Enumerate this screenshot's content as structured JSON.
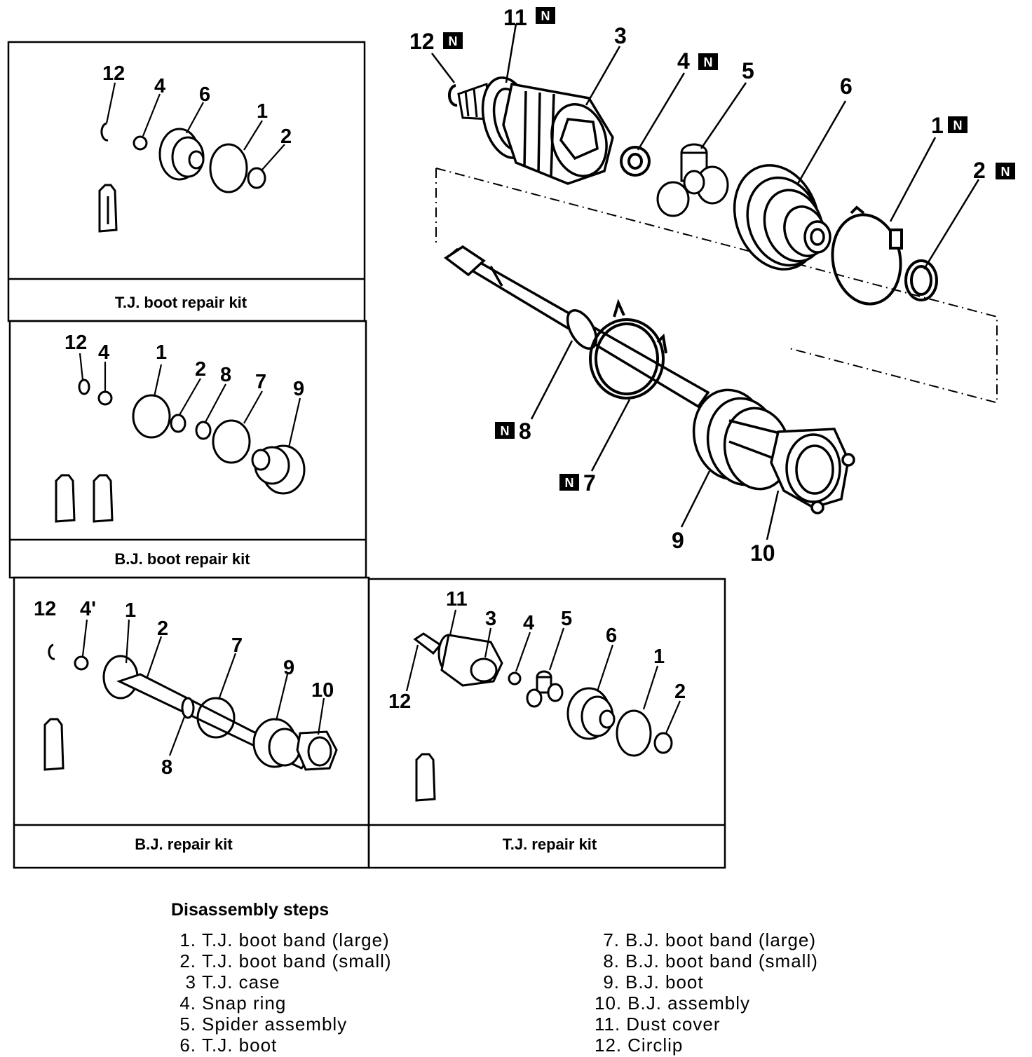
{
  "kits": [
    {
      "caption": "T.J. boot repair kit"
    },
    {
      "caption": "B.J. boot repair kit"
    },
    {
      "caption": "B.J. repair kit"
    },
    {
      "caption": "T.J. repair kit"
    }
  ],
  "new_part_mark": "N",
  "main_labels": {
    "l11": "11",
    "l12": "12",
    "l3": "3",
    "l4": "4",
    "l5": "5",
    "l6": "6",
    "l1": "1",
    "l2": "2",
    "l8": "8",
    "l7": "7",
    "l9": "9",
    "l10": "10"
  },
  "kit1_labels": [
    "12",
    "4",
    "6",
    "1",
    "2"
  ],
  "kit2_labels": [
    "12",
    "4",
    "1",
    "2",
    "8",
    "7",
    "9"
  ],
  "kit3_labels": [
    "12",
    "4'",
    "1",
    "2",
    "7",
    "9",
    "10",
    "8"
  ],
  "kit4_labels": [
    "11",
    "3",
    "4",
    "5",
    "6",
    "1",
    "2",
    "12"
  ],
  "legend": {
    "title": "Disassembly steps",
    "left": [
      {
        "num": "1.",
        "text": "T.J. boot band (large)"
      },
      {
        "num": "2.",
        "text": "T.J. boot band (small)"
      },
      {
        "num": "3",
        "text": "T.J. case"
      },
      {
        "num": "4.",
        "text": "Snap ring"
      },
      {
        "num": "5.",
        "text": "Spider assembly"
      },
      {
        "num": "6.",
        "text": "T.J. boot"
      }
    ],
    "right": [
      {
        "num": "7.",
        "text": "B.J. boot band (large)"
      },
      {
        "num": "8.",
        "text": "B.J. boot band (small)"
      },
      {
        "num": "9.",
        "text": "B.J. boot"
      },
      {
        "num": "10.",
        "text": "B.J. assembly"
      },
      {
        "num": "11.",
        "text": "Dust cover"
      },
      {
        "num": "12.",
        "text": "Circlip"
      }
    ]
  }
}
